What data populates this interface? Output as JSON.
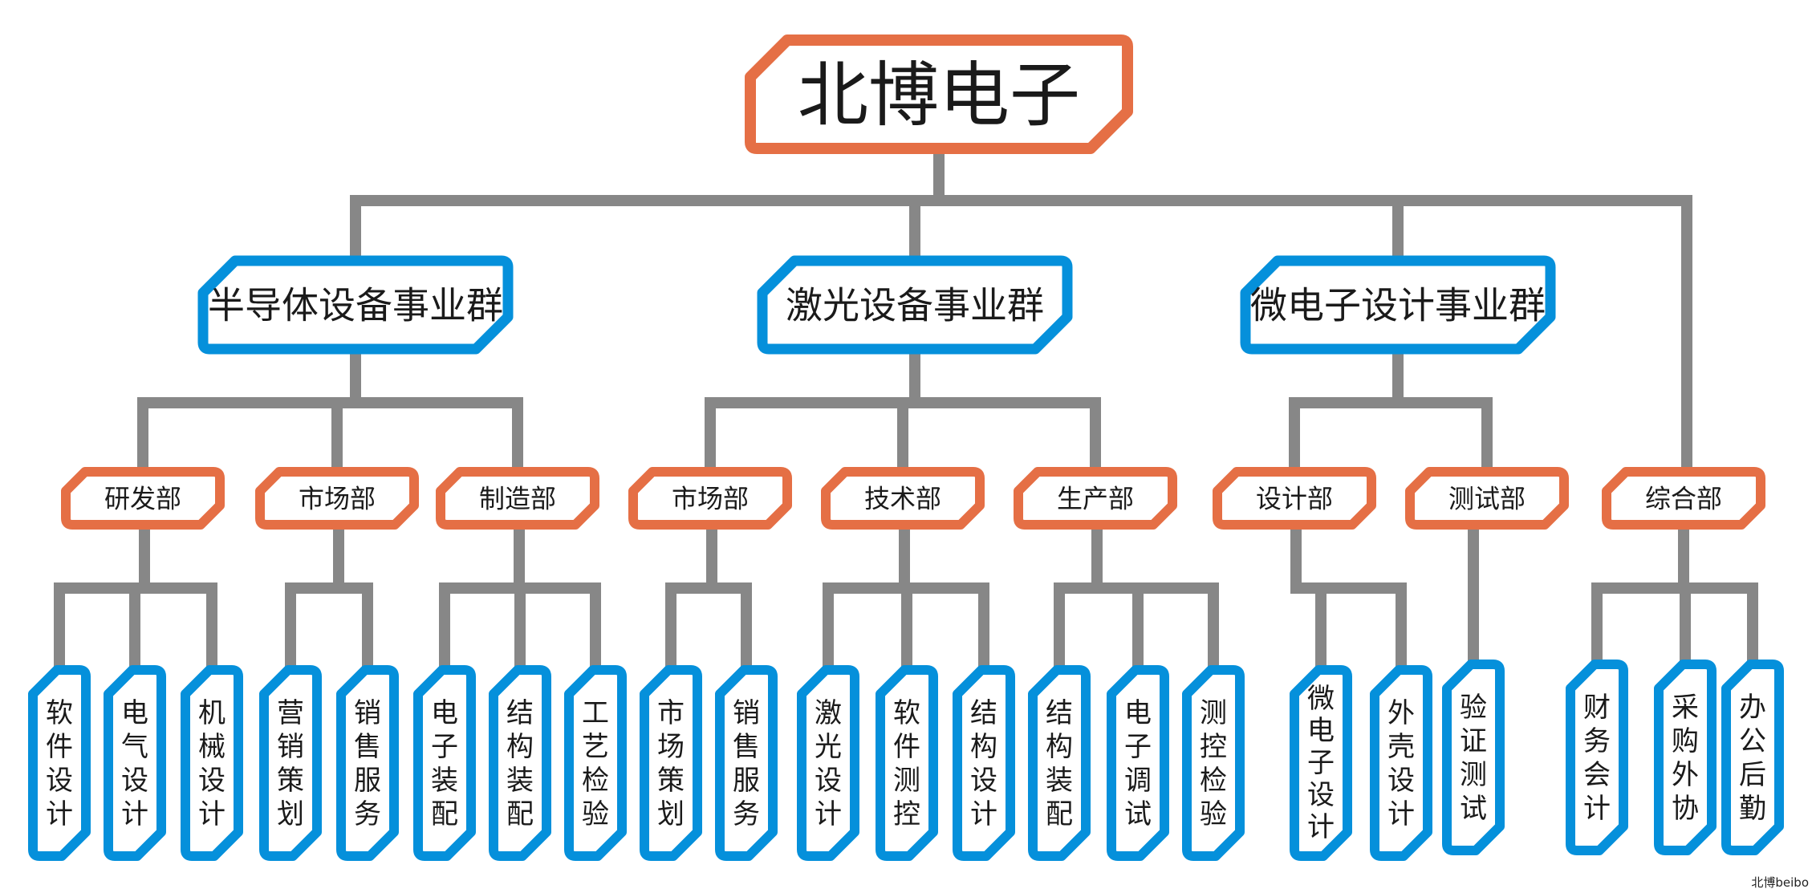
{
  "colors": {
    "connector": "#878787",
    "orange": "#E56F45",
    "blue": "#0590DB",
    "text": "#1a1a1a",
    "background": "#ffffff"
  },
  "root": {
    "label": "北博电子",
    "style": "orange",
    "children": [
      {
        "label": "半导体设备事业群",
        "style": "blue",
        "children": [
          {
            "label": "研发部",
            "style": "orange",
            "children": [
              {
                "label": "软件设计"
              },
              {
                "label": "电气设计"
              },
              {
                "label": "机械设计"
              }
            ]
          },
          {
            "label": "市场部",
            "style": "orange",
            "children": [
              {
                "label": "营销策划"
              },
              {
                "label": "销售服务"
              }
            ]
          },
          {
            "label": "制造部",
            "style": "orange",
            "children": [
              {
                "label": "电子装配"
              },
              {
                "label": "结构装配"
              },
              {
                "label": "工艺检验"
              }
            ]
          }
        ]
      },
      {
        "label": "激光设备事业群",
        "style": "blue",
        "children": [
          {
            "label": "市场部",
            "style": "orange",
            "children": [
              {
                "label": "市场策划"
              },
              {
                "label": "销售服务"
              }
            ]
          },
          {
            "label": "技术部",
            "style": "orange",
            "children": [
              {
                "label": "激光设计"
              },
              {
                "label": "软件测控"
              },
              {
                "label": "结构设计"
              }
            ]
          },
          {
            "label": "生产部",
            "style": "orange",
            "children": [
              {
                "label": "结构装配"
              },
              {
                "label": "电子调试"
              },
              {
                "label": "测控检验"
              }
            ]
          }
        ]
      },
      {
        "label": "微电子设计事业群",
        "style": "blue",
        "children": [
          {
            "label": "设计部",
            "style": "orange",
            "children": [
              {
                "label": "微电子设计"
              },
              {
                "label": "外壳设计"
              }
            ]
          },
          {
            "label": "测试部",
            "style": "orange",
            "children": [
              {
                "label": "验证测试"
              }
            ]
          }
        ]
      },
      {
        "label": "综合部",
        "style": "orange",
        "direct": true,
        "children": [
          {
            "label": "财务会计"
          },
          {
            "label": "采购外协"
          },
          {
            "label": "办公后勤"
          }
        ]
      }
    ]
  },
  "watermark": "北博beibo"
}
